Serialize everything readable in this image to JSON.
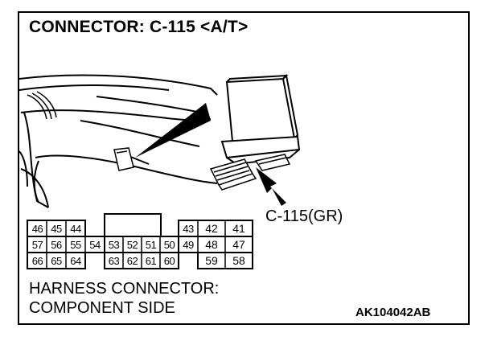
{
  "title": "CONNECTOR: C-115 <A/T>",
  "callout_label": "C-115(GR)",
  "caption_line1": "HARNESS CONNECTOR:",
  "caption_line2": "COMPONENT SIDE",
  "reference_code": "AK104042AB",
  "connector_pins": {
    "left_block": {
      "row1": [
        "46",
        "45",
        "44"
      ],
      "row2": [
        "57",
        "56",
        "55",
        "54"
      ],
      "row3": [
        "66",
        "65",
        "64"
      ]
    },
    "middle_block": {
      "row2": [
        "53",
        "52",
        "51",
        "50"
      ],
      "row3": [
        "63",
        "62",
        "61",
        "60"
      ]
    },
    "right_block": {
      "row1": [
        "43",
        "42",
        "41"
      ],
      "row2": [
        "49",
        "48",
        "47"
      ],
      "row3": [
        "59",
        "58"
      ]
    }
  }
}
